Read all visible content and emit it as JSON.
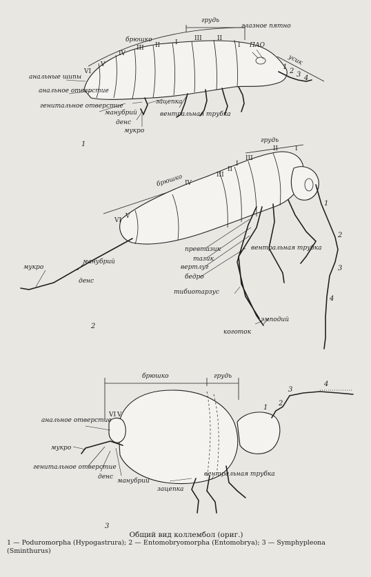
{
  "fig1": {
    "number": "1",
    "section_abdomen": "брюшко",
    "section_thorax": "грудь",
    "abd_segments": [
      "VI",
      "V",
      "IV",
      "III",
      "II",
      "I"
    ],
    "thor_segments": [
      "III",
      "II",
      "I"
    ],
    "labels": {
      "anal_spines": "анальные шипы",
      "anal_opening": "анальное отверстие",
      "genital_opening": "генитальное отверстие",
      "manubrium": "манубрий",
      "dens": "денс",
      "mucro": "мукро",
      "retinaculum": "зацепка",
      "ventral_tube": "вентральная трубка",
      "eye_spot": "глазное пятно",
      "pao": "ПАО",
      "antenna": "усик"
    },
    "antenna_nums": [
      "1",
      "2",
      "3",
      "4"
    ]
  },
  "fig2": {
    "number": "2",
    "section_abdomen": "брюшко",
    "section_thorax": "грудь",
    "abd_segments": [
      "VI",
      "V",
      "IV",
      "III",
      "II",
      "I"
    ],
    "thor_segments": [
      "III",
      "II",
      "I"
    ],
    "labels": {
      "mucro": "мукро",
      "dens": "денс",
      "manubrium": "манубрий",
      "precoxa": "превтазик",
      "coxa": "тазик",
      "trochanter": "вертлуг",
      "femur": "бедро",
      "tibiotarsus": "тибиотарзус",
      "claw": "коготок",
      "empodium": "эмподий",
      "ventral_tube": "вентральная трубка"
    },
    "antenna_nums": [
      "1",
      "2",
      "3",
      "4"
    ]
  },
  "fig3": {
    "number": "3",
    "section_abdomen": "брюшко",
    "section_thorax": "грудь",
    "abd_segments": [
      "VI",
      "V"
    ],
    "labels": {
      "anal_opening": "анальное отверстие",
      "mucro": "мукро",
      "genital_opening": "генитальное отверстие",
      "dens": "денс",
      "manubrium": "манубрий",
      "retinaculum": "зацепка",
      "ventral_tube": "вентральная трубка"
    },
    "antenna_nums": [
      "1",
      "2",
      "3",
      "4"
    ]
  },
  "caption": {
    "title": "Общий вид коллембол (ориг.)",
    "legend": "1 — Poduromorpha (Hypogastrura); 2 — Entomobryomorpha (Entomobrya); 3 — Symphypleona (Sminthurus)"
  }
}
